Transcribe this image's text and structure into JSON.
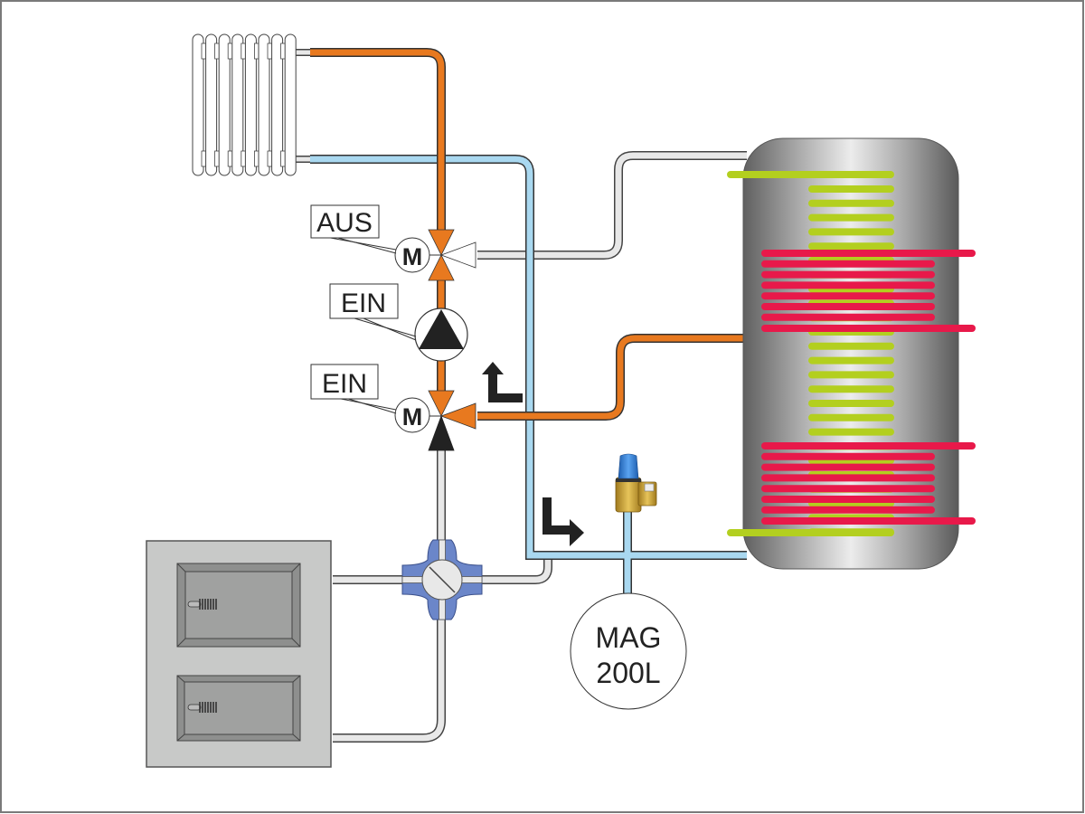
{
  "diagram": {
    "title": "Heating system schematic with solid-fuel boiler, buffer tank and radiator",
    "labels": {
      "valve_top_state": "AUS",
      "pump_state": "EIN",
      "valve_bottom_state": "EIN",
      "motor_symbol": "M",
      "expansion_vessel_line1": "MAG",
      "expansion_vessel_line2": "200L"
    },
    "components": [
      {
        "id": "radiator",
        "type": "radiator",
        "sections": 8
      },
      {
        "id": "boiler",
        "type": "solid-fuel-boiler",
        "doors": 2
      },
      {
        "id": "buffer-tank",
        "type": "storage-tank",
        "coils": [
          "green-solar-coil",
          "red-upper-coil",
          "red-lower-coil"
        ]
      },
      {
        "id": "mixing-valve-top",
        "type": "motorized-3-way-valve",
        "state": "AUS"
      },
      {
        "id": "circulation-pump",
        "type": "pump",
        "state": "EIN"
      },
      {
        "id": "mixing-valve-bottom",
        "type": "motorized-3-way-valve",
        "state": "EIN"
      },
      {
        "id": "four-way-mixer",
        "type": "4-way-valve"
      },
      {
        "id": "safety-valve",
        "type": "safety-relief-valve"
      },
      {
        "id": "expansion-vessel",
        "type": "expansion-vessel",
        "label": "MAG 200L"
      }
    ],
    "colors": {
      "supply_pipe": "#e8791f",
      "return_pipe": "#a9d8f0",
      "neutral_pipe": "#e8e8e8",
      "pipe_outline": "#555555",
      "mixer_body": "#6b86c9",
      "solar_coil": "#b3cf1f",
      "heating_coil": "#e8194a",
      "boiler_body": "#c8c9c8",
      "boiler_door": "#a0a1a0",
      "flow_arrow": "#222222",
      "valve_cap": "#3a7fd5",
      "valve_body": "#c9a03a"
    }
  }
}
